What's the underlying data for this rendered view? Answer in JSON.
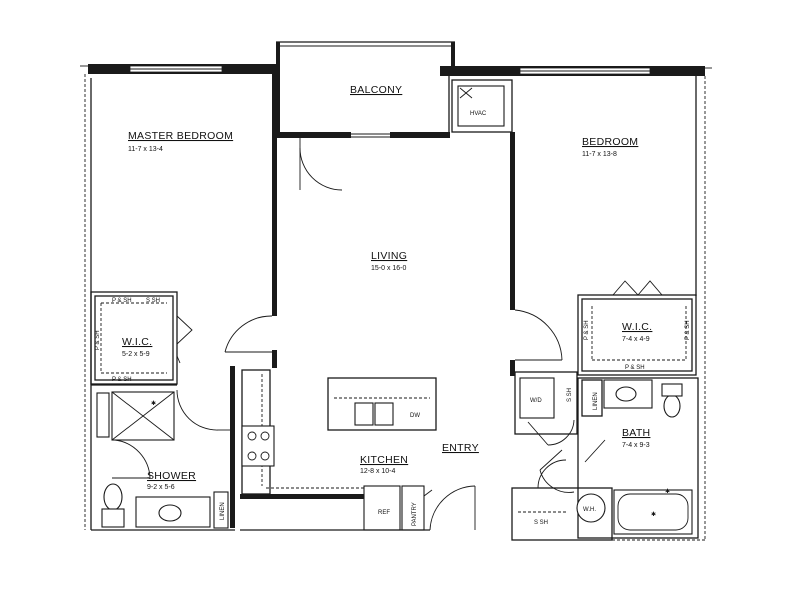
{
  "rooms": {
    "balcony": {
      "label": "BALCONY"
    },
    "master_bedroom": {
      "label": "MASTER BEDROOM",
      "dims": "11-7 x 13-4"
    },
    "bedroom": {
      "label": "BEDROOM",
      "dims": "11-7 x 13-8"
    },
    "living": {
      "label": "LIVING",
      "dims": "15-0 x 16-0"
    },
    "wic_left": {
      "label": "W.I.C.",
      "dims": "5-2 x 5-9"
    },
    "wic_right": {
      "label": "W.I.C.",
      "dims": "7-4 x 4-9"
    },
    "kitchen": {
      "label": "KITCHEN",
      "dims": "12-8 x 10-4"
    },
    "entry": {
      "label": "ENTRY"
    },
    "bath": {
      "label": "BATH",
      "dims": "7-4 x 9-3"
    },
    "shower": {
      "label": "SHOWER",
      "dims": "9-2 x 5-6"
    }
  },
  "fixtures": {
    "hvac": "HVAC",
    "dw": "DW",
    "ref": "REF",
    "pantry": "PANTRY",
    "wd": "W/D",
    "wh": "W.H.",
    "linen": "LINEN",
    "p_sh": "P & SH",
    "s_sh": "S SH"
  }
}
